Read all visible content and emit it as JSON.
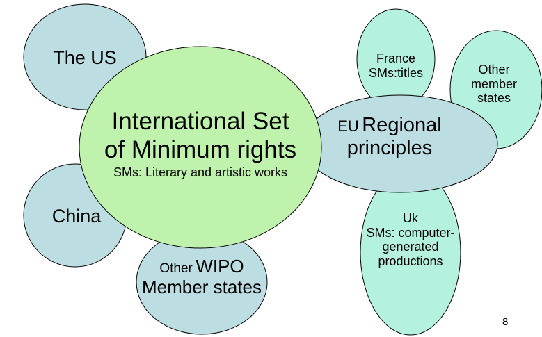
{
  "colors": {
    "blue_bubble": "#bcdde2",
    "center_bubble": "#bff2ad",
    "mint_bubble": "#b4f1df",
    "outline": "#000000"
  },
  "nodes": {
    "us": {
      "label": "The US"
    },
    "china": {
      "label": "China"
    },
    "wipo": {
      "prefix": "Other",
      "main": "WIPO",
      "line2": "Member states"
    },
    "center": {
      "line1": "International Set",
      "line2": "of Minimum rights",
      "line3": "SMs: Literary and artistic works"
    },
    "eu": {
      "prefix": "EU",
      "main": "Regional",
      "line2": "principles"
    },
    "france": {
      "line1": "France",
      "line2": "SMs:titles"
    },
    "other_member": {
      "line1": "Other",
      "line2": "member",
      "line3": "states"
    },
    "uk": {
      "line1": "Uk",
      "line2": "SMs: computer-",
      "line3": "generated",
      "line4": "productions"
    }
  },
  "page_number": "8"
}
